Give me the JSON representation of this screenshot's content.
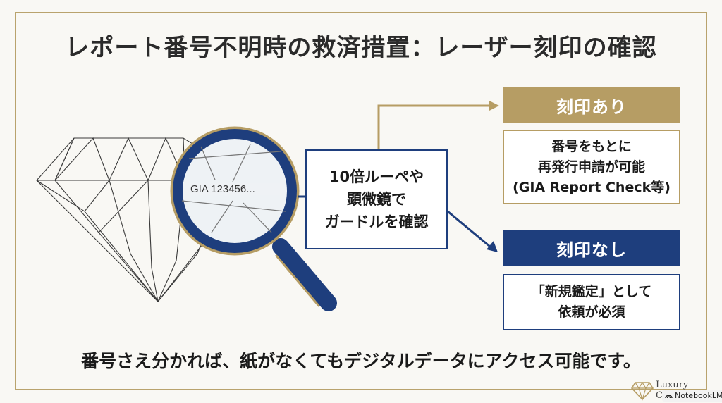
{
  "title": "レポート番号不明時の救済措置：レーザー刻印の確認",
  "center": {
    "lines": [
      "10倍ルーペや",
      "顕微鏡で",
      "ガードルを確認"
    ]
  },
  "loupe": {
    "engraving": "GIA 123456..."
  },
  "branches": [
    {
      "label": "刻印あり",
      "lines": [
        "番号をもとに",
        "再発行申請が可能",
        "(GIA Report Check等)"
      ],
      "color": "#b69d64"
    },
    {
      "label": "刻印なし",
      "lines": [
        "「新規鑑定」として",
        "依頼が必須"
      ],
      "color": "#1e3e7d"
    }
  ],
  "footer": "番号さえ分かれば、紙がなくてもデジタルデータにアクセス可能です。",
  "brand": {
    "line1": "Luxury",
    "line2": "C",
    "watermark": "NotebookLM"
  },
  "colors": {
    "gold": "#b69d64",
    "navy": "#1e3e7d",
    "frame": "#b9a36d"
  },
  "icons": [
    "diamond-illustration",
    "magnifier-icon",
    "arrow-icon",
    "diamond-logo-icon",
    "notebooklm-icon"
  ]
}
